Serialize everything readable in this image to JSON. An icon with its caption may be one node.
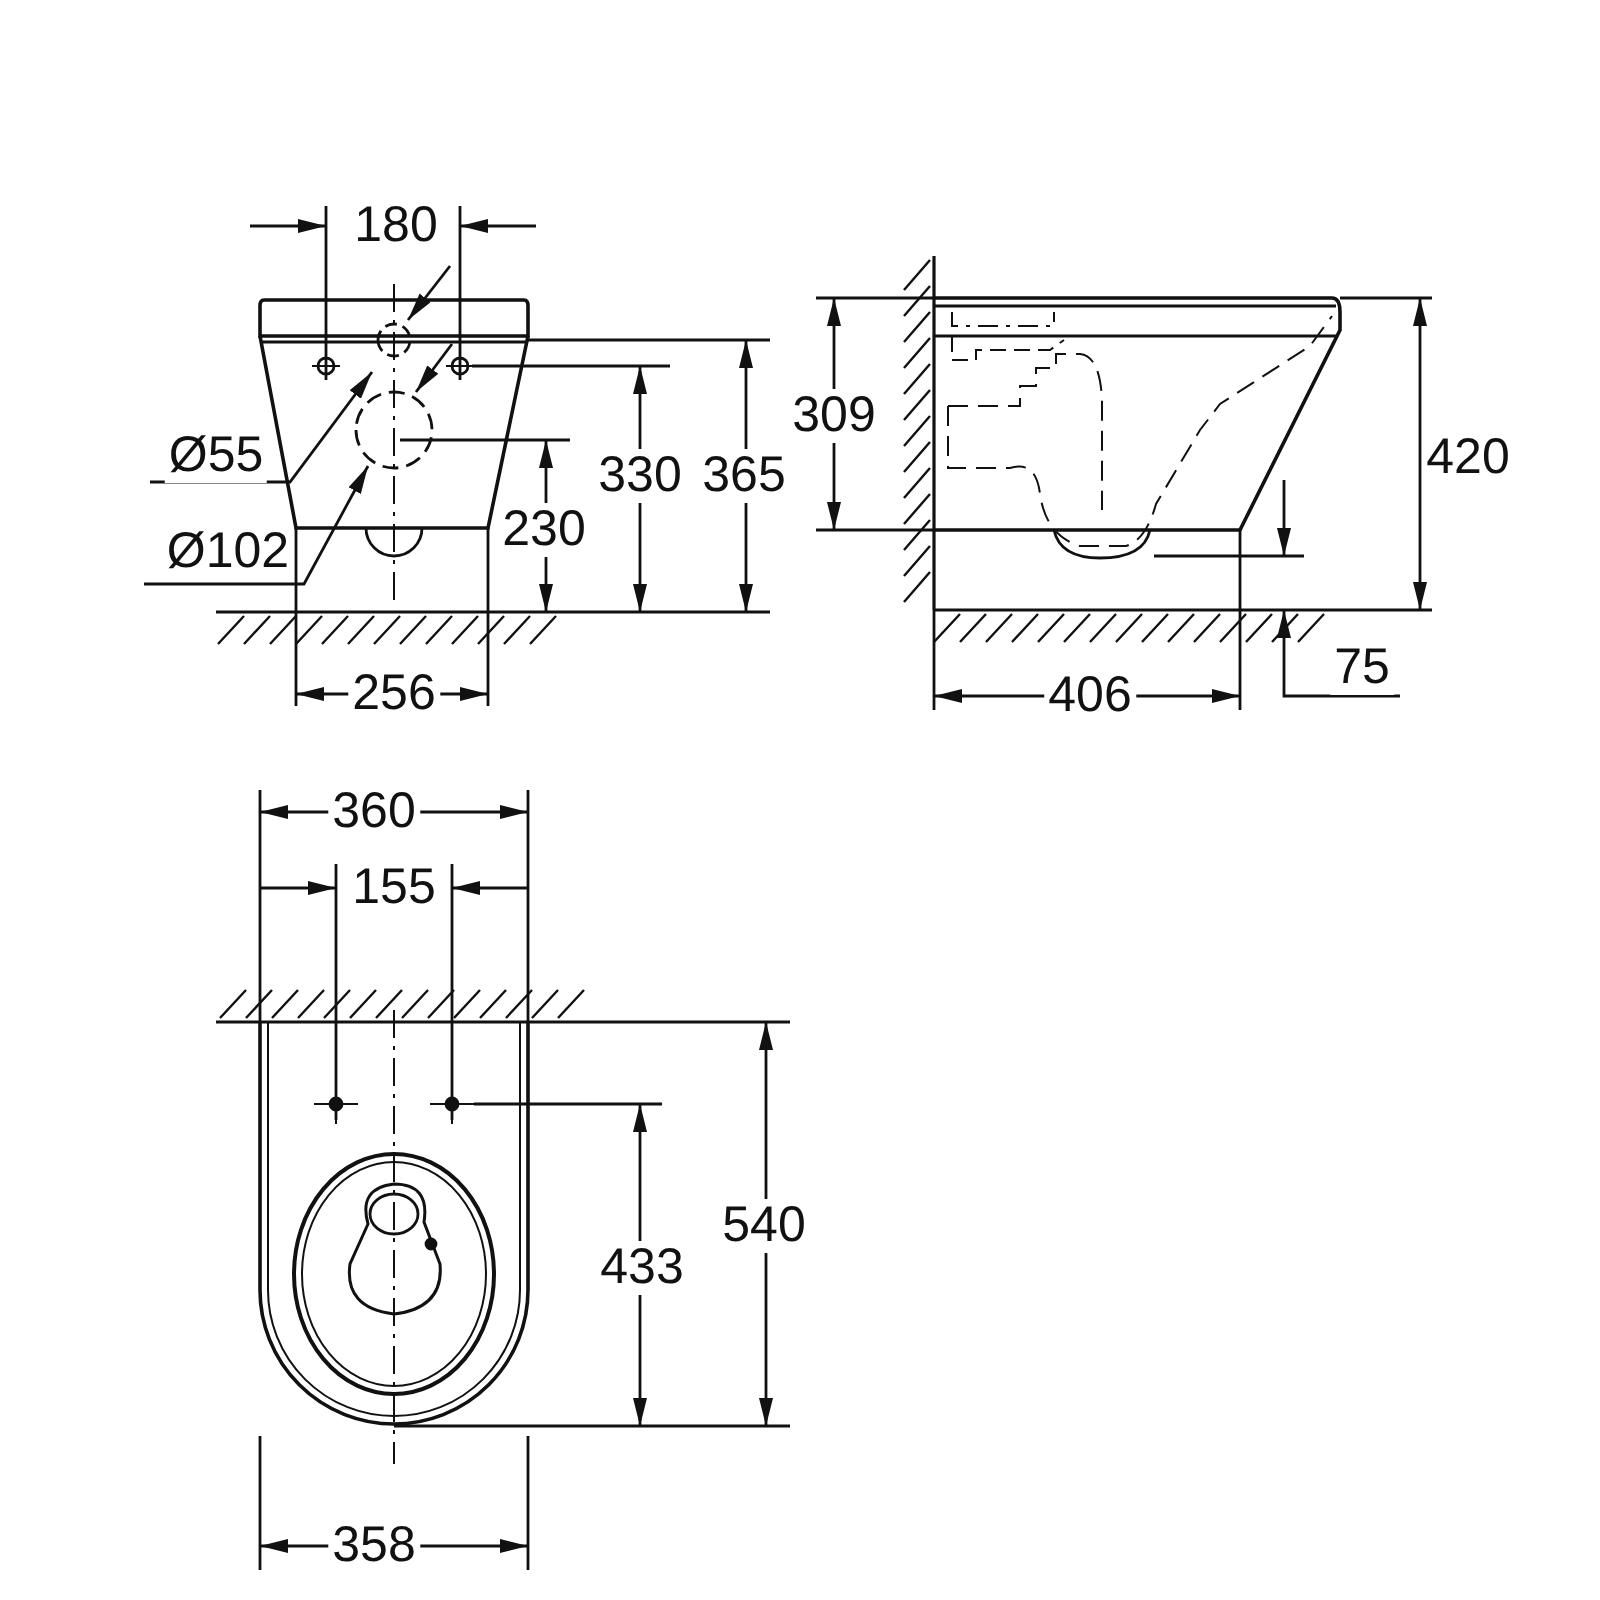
{
  "diagram": {
    "labels": [
      "180",
      "309",
      "Ø55",
      "420",
      "330",
      "365",
      "230",
      "Ø102",
      "256",
      "75",
      "406",
      "360",
      "155",
      "540",
      "433",
      "358"
    ]
  }
}
